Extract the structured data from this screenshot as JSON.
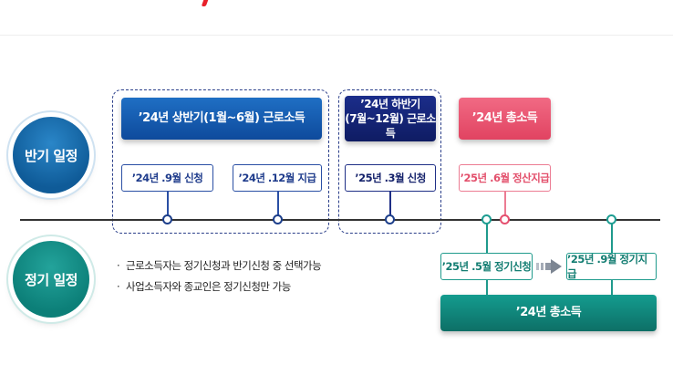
{
  "sections": {
    "semiannual_label": "반기 일정",
    "regular_label": "정기 일정"
  },
  "semiannual": {
    "first_half": {
      "header": "’24년 상반기(1월~6월) 근로소득",
      "apply": "’24년 .9월 신청",
      "pay": "’24년 .12월 지급"
    },
    "second_half": {
      "header_line1": "’24년 하반기",
      "header_line2": "(7월~12월) 근로소득",
      "apply": "’25년 .3월 신청"
    },
    "total": {
      "header": "’24년 총소득",
      "settle": "’25년 .6월 정산지급"
    }
  },
  "regular": {
    "apply": "’25년 .5월 정기신청",
    "pay": "’25년 .9월 정기지급",
    "total": "’24년 총소득"
  },
  "notes": {
    "bullet": "·",
    "line1": "근로소득자는 정기신청과 반기신청 중 선택가능",
    "line2": "사업소득자와 종교인은 정기신청만 가능"
  },
  "colors": {
    "blue": "#0e4a9c",
    "navy": "#0f1c63",
    "pink": "#e14361",
    "green": "#0d6f66"
  }
}
